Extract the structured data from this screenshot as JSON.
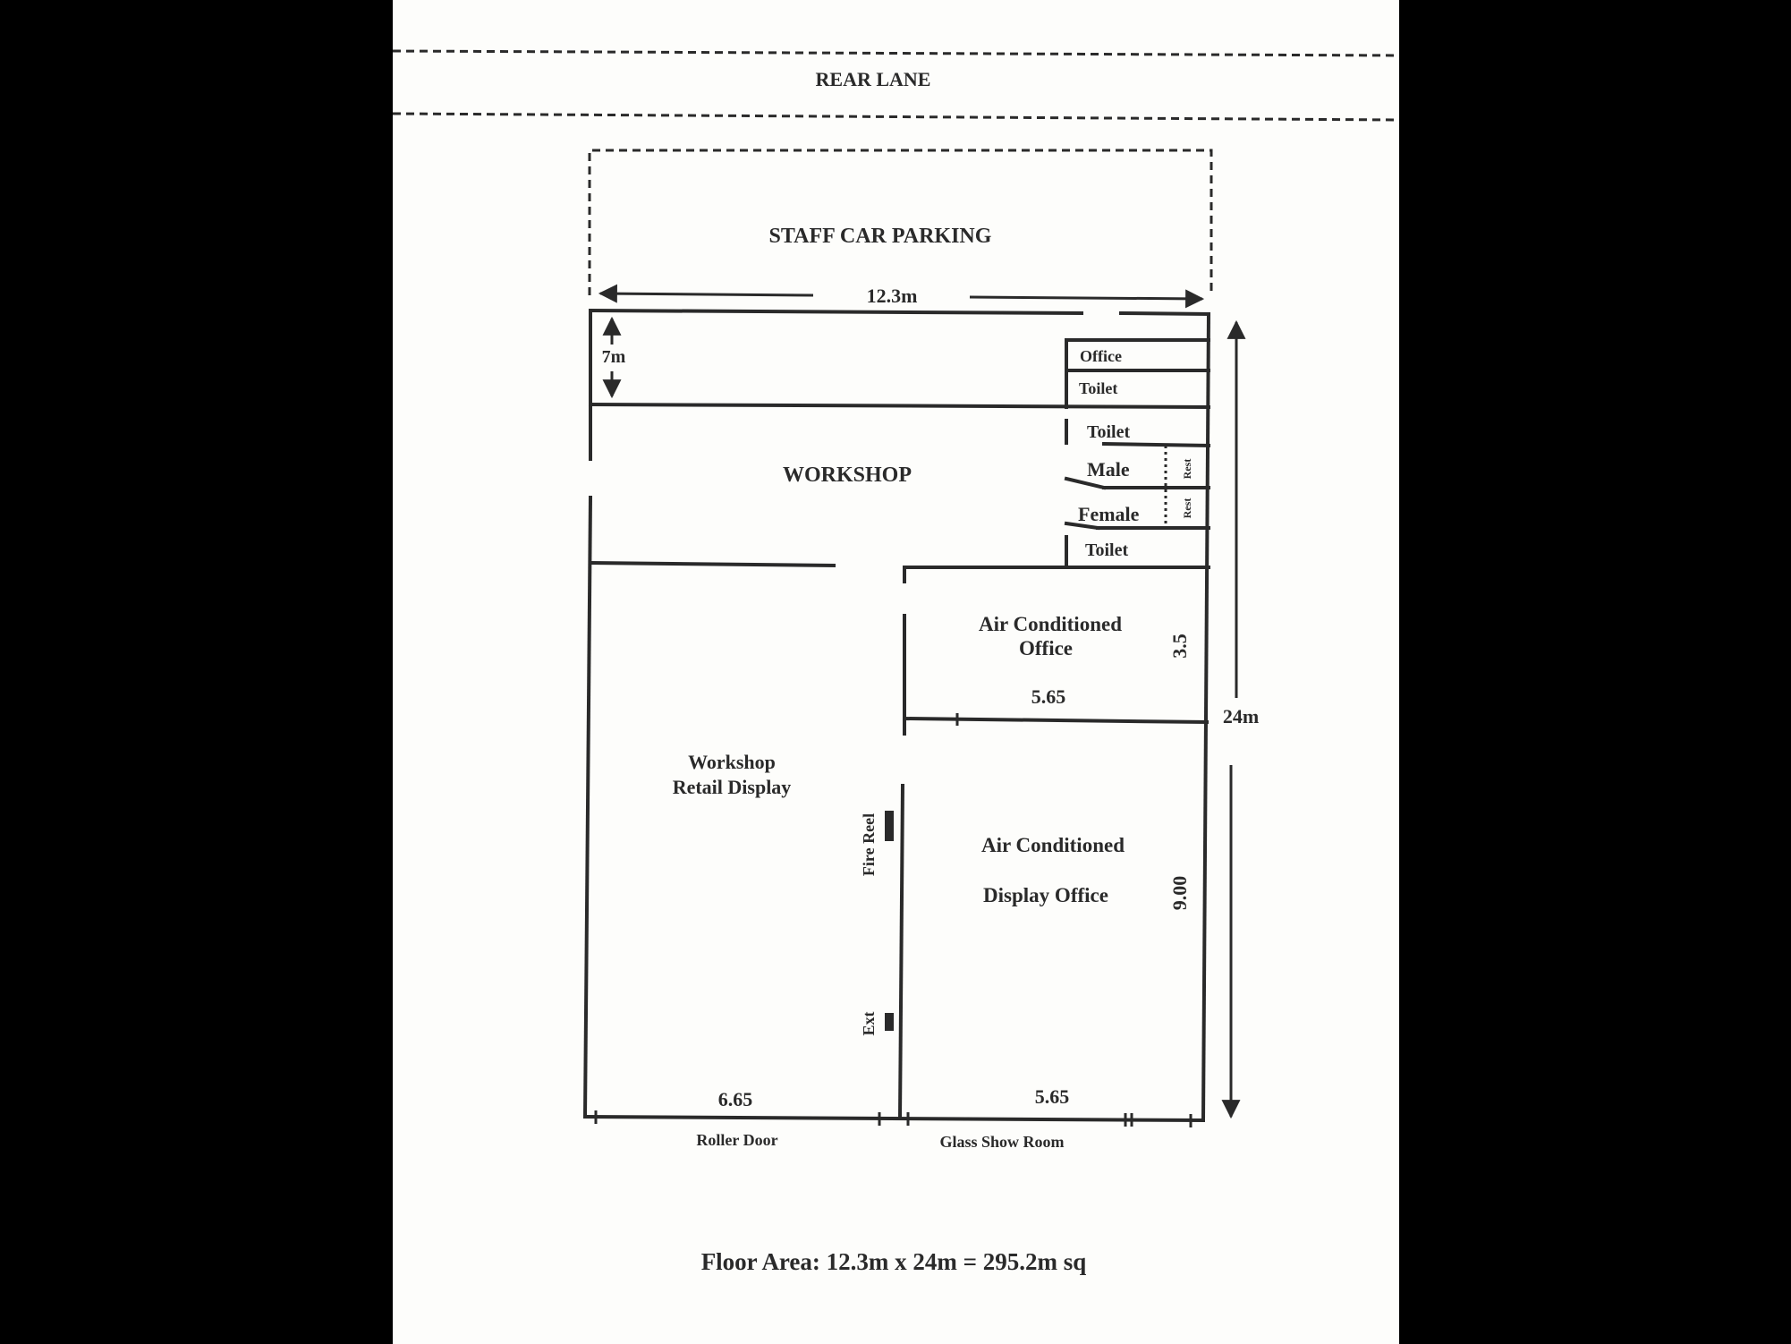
{
  "labels": {
    "rear_lane": "REAR LANE",
    "staff_parking": "STAFF CAR PARKING",
    "width": "12.3m",
    "depth_7": "7m",
    "office": "Office",
    "toilet_1": "Toilet",
    "toilet_2": "Toilet",
    "male": "Male",
    "female": "Female",
    "toilet_3": "Toilet",
    "rest_1": "Rest",
    "rest_2": "Rest",
    "workshop": "WORKSHOP",
    "ac_office_1": "Air Conditioned",
    "ac_office_2": "Office",
    "dim_3_5": "3.5",
    "dim_5_65_mid": "5.65",
    "total_depth": "24m",
    "retail_1": "Workshop",
    "retail_2": "Retail Display",
    "fire_reel": "Fire Reel",
    "ext": "Ext",
    "display_1": "Air Conditioned",
    "display_2": "Display Office",
    "dim_9_00": "9.00",
    "dim_6_65": "6.65",
    "dim_5_65_bottom": "5.65",
    "roller_door": "Roller Door",
    "glass_showroom": "Glass Show Room",
    "floor_area": "Floor Area: 12.3m x 24m = 295.2m sq"
  },
  "colors": {
    "ink": "#2a2a2a",
    "paper": "#fdfdfb",
    "background": "#000000"
  }
}
